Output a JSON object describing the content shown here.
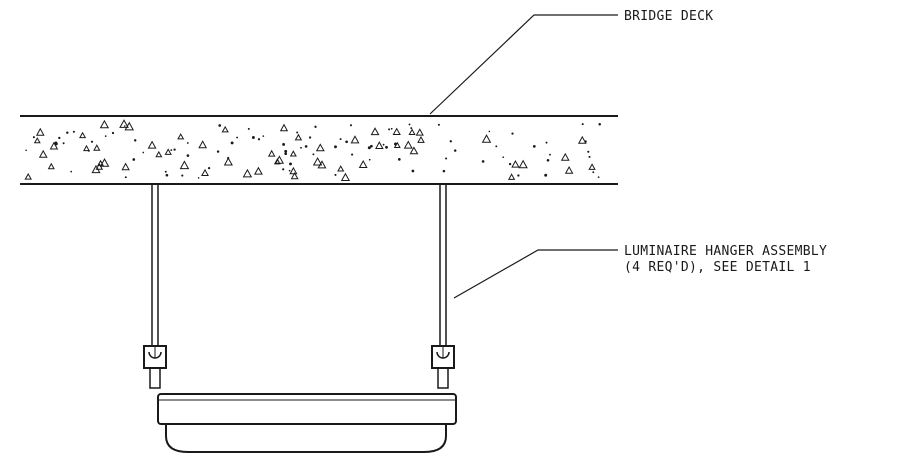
{
  "callouts": {
    "bridge_deck": {
      "label": "BRIDGE DECK"
    },
    "hanger": {
      "label_line1": "LUMINAIRE HANGER ASSEMBLY",
      "label_line2": "(4 REQ'D), SEE DETAIL 1"
    }
  },
  "colors": {
    "line": "#1a1a1a",
    "background": "#ffffff"
  }
}
